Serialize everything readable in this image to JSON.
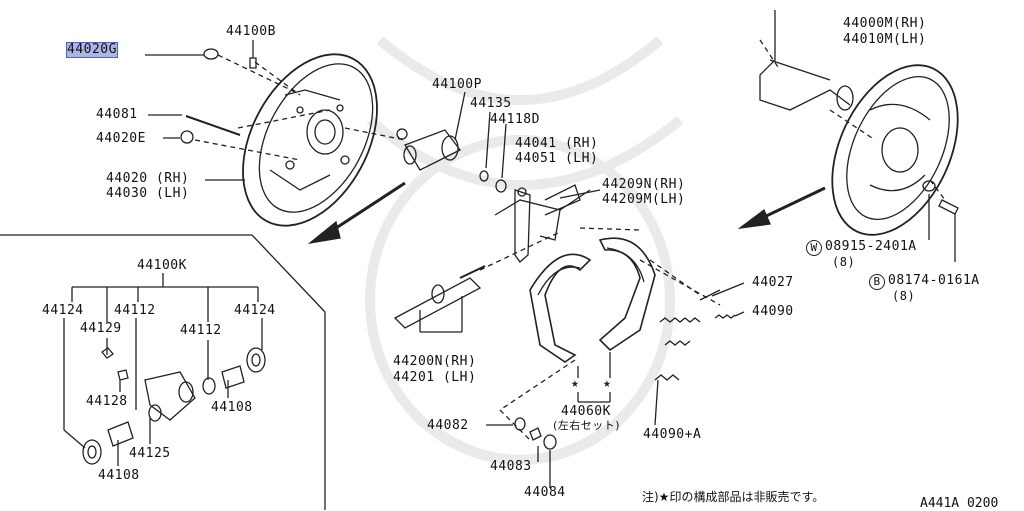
{
  "labels": {
    "p44020g": "44020G",
    "p44100b": "44100B",
    "p44081": "44081",
    "p44020e": "44020E",
    "p44020": "44020 (RH)",
    "p44030": "44030 (LH)",
    "p44100p": "44100P",
    "p44135": "44135",
    "p44118d": "44118D",
    "p44041": "44041 (RH)",
    "p44051": "44051 (LH)",
    "p44209n": "44209N(RH)",
    "p44209m": "44209M(LH)",
    "p44000m": "44000M(RH)",
    "p44010m": "44010M(LH)",
    "w08915": "08915-2401A",
    "w08915_qty": "(8)",
    "b08174": "08174-0161A",
    "b08174_qty": "(8)",
    "p44100k": "44100K",
    "p44124a": "44124",
    "p44112a": "44112",
    "p44129": "44129",
    "p44112b": "44112",
    "p44124b": "44124",
    "p44128": "44128",
    "p44108a": "44108",
    "p44125": "44125",
    "p44108b": "44108",
    "p44200n": "44200N(RH)",
    "p44201": "44201 (LH)",
    "p44027": "44027",
    "p44090": "44090",
    "p44060k": "44060K",
    "p44060k_note": "(左右セット)",
    "p44082": "44082",
    "p44083": "44083",
    "p44084": "44084",
    "p44090a": "44090+A",
    "w_symbol": "W",
    "b_symbol": "B"
  },
  "footnote": "注)★印の構成部品は非販売です。",
  "figure_code": "A441A 0200",
  "colors": {
    "highlight": "#aab6e8",
    "line": "#222222",
    "watermark": "#e6e6e6"
  }
}
